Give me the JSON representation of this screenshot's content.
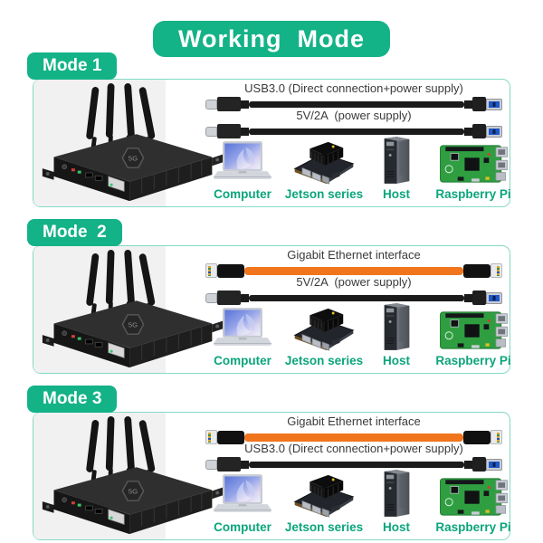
{
  "page": {
    "title": "Working  Mode"
  },
  "modes": [
    {
      "label": "Mode 1",
      "cables": [
        {
          "type": "usb",
          "label": "USB3.0 (Direct connection+power supply)"
        },
        {
          "type": "usb",
          "label": "5V/2A  (power supply)"
        }
      ]
    },
    {
      "label": "Mode  2",
      "cables": [
        {
          "type": "ethernet",
          "label": "Gigabit Ethernet interface"
        },
        {
          "type": "usb",
          "label": "5V/2A  (power supply)"
        }
      ]
    },
    {
      "label": "Mode 3",
      "cables": [
        {
          "type": "ethernet",
          "label": "Gigabit Ethernet interface"
        },
        {
          "type": "usb",
          "label": "USB3.0 (Direct connection+power supply)"
        }
      ]
    }
  ],
  "device_labels": [
    "Computer",
    "Jetson series",
    "Host",
    "Raspberry Pi"
  ],
  "colors": {
    "accent_green": "#14b287",
    "device_label_green": "#0ba57c",
    "box_border": "#85d9c6",
    "cable_orange": "#f0751d",
    "cable_black": "#1b1b1b",
    "panel_gray": "#f1f1f1"
  }
}
